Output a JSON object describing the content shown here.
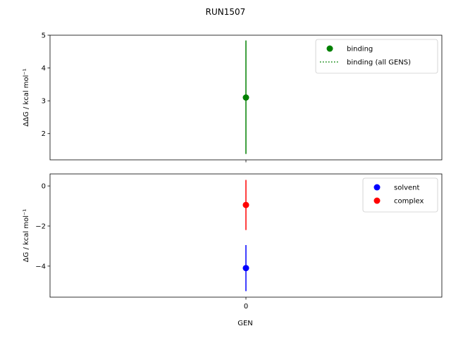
{
  "chart_data": {
    "title": "RUN1507",
    "xlabel": "GEN",
    "x_ticks": [
      "0"
    ],
    "panels": [
      {
        "type": "scatter",
        "ylabel": "ΔΔG / kcal mol⁻¹",
        "ylim": [
          1.2,
          5.0
        ],
        "yticks": [
          2,
          3,
          4,
          5
        ],
        "xlim": [
          -1,
          1
        ],
        "series": [
          {
            "name": "binding",
            "color": "#008000",
            "points": [
              {
                "x": 0,
                "y": 3.1,
                "yerr_low": 1.38,
                "yerr_high": 4.84
              }
            ]
          }
        ],
        "legend": {
          "placement": "upper-right",
          "entries": [
            {
              "label": "binding",
              "color": "#008000",
              "marker": "dot"
            },
            {
              "label": "binding (all GENS)",
              "color": "#008000",
              "marker": "dotted-line"
            }
          ]
        }
      },
      {
        "type": "scatter",
        "ylabel": "ΔG / kcal mol⁻¹",
        "ylim": [
          -5.55,
          0.6
        ],
        "yticks": [
          0,
          -2,
          -4
        ],
        "xlim": [
          -1,
          1
        ],
        "series": [
          {
            "name": "solvent",
            "color": "#0000ff",
            "points": [
              {
                "x": 0,
                "y": -4.1,
                "yerr_low": -5.25,
                "yerr_high": -2.95
              }
            ]
          },
          {
            "name": "complex",
            "color": "#ff0000",
            "points": [
              {
                "x": 0,
                "y": -0.95,
                "yerr_low": -2.2,
                "yerr_high": 0.3
              }
            ]
          }
        ],
        "legend": {
          "placement": "upper-right",
          "entries": [
            {
              "label": "solvent",
              "color": "#0000ff",
              "marker": "dot"
            },
            {
              "label": "complex",
              "color": "#ff0000",
              "marker": "dot"
            }
          ]
        }
      }
    ]
  }
}
